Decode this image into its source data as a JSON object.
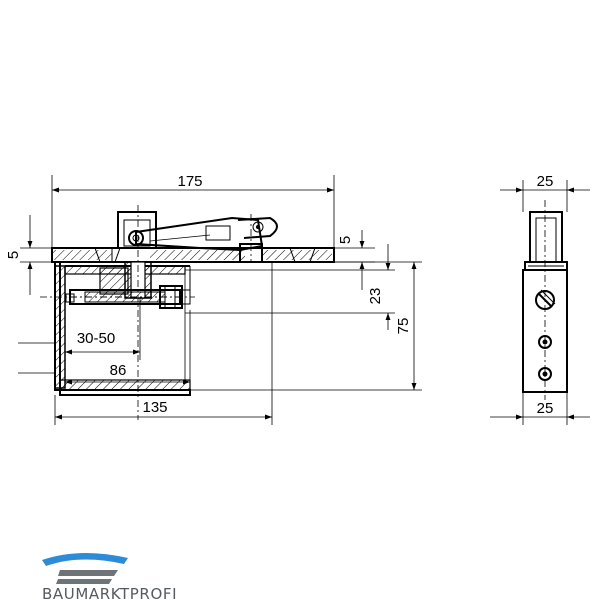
{
  "dimensions": {
    "overall_width": "175",
    "plate_thickness_left": "5",
    "plate_thickness_right": "5",
    "depth_23": "23",
    "height_75": "75",
    "range_30_50": "30-50",
    "length_86": "86",
    "length_135": "135",
    "side_width_top": "25",
    "side_width_bottom": "25"
  },
  "logo": {
    "text": "BAUMARKTPROFI",
    "colors": {
      "blue": "#2e8bd6",
      "gray": "#6e7378"
    }
  },
  "colors": {
    "line": "#000000",
    "background": "#ffffff"
  }
}
